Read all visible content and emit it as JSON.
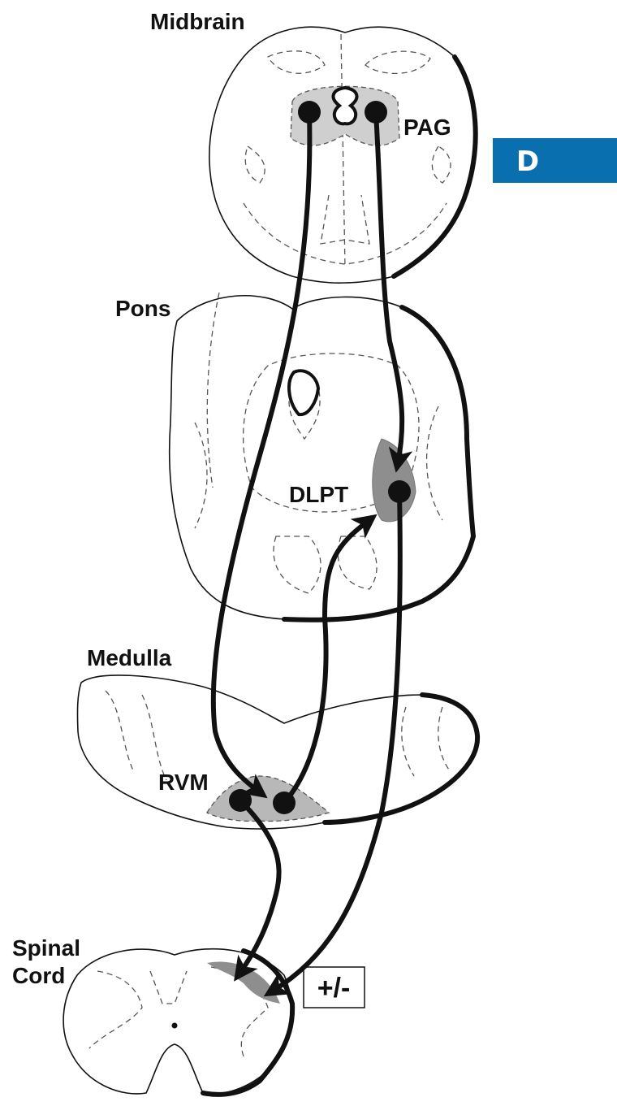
{
  "regions": {
    "midbrain": "Midbrain",
    "pons": "Pons",
    "medulla": "Medulla",
    "spinal_line1": "Spinal",
    "spinal_line2": "Cord"
  },
  "nuclei": {
    "pag": "PAG",
    "dlpt": "DLPT",
    "rvm": "RVM"
  },
  "badge": {
    "label": "D",
    "color": "#0a6fae"
  },
  "modulation_box": "+/-",
  "colors": {
    "light_nucleus": "#cfcfcf",
    "dark_nucleus": "#8e8e8e",
    "ink": "#111111"
  }
}
